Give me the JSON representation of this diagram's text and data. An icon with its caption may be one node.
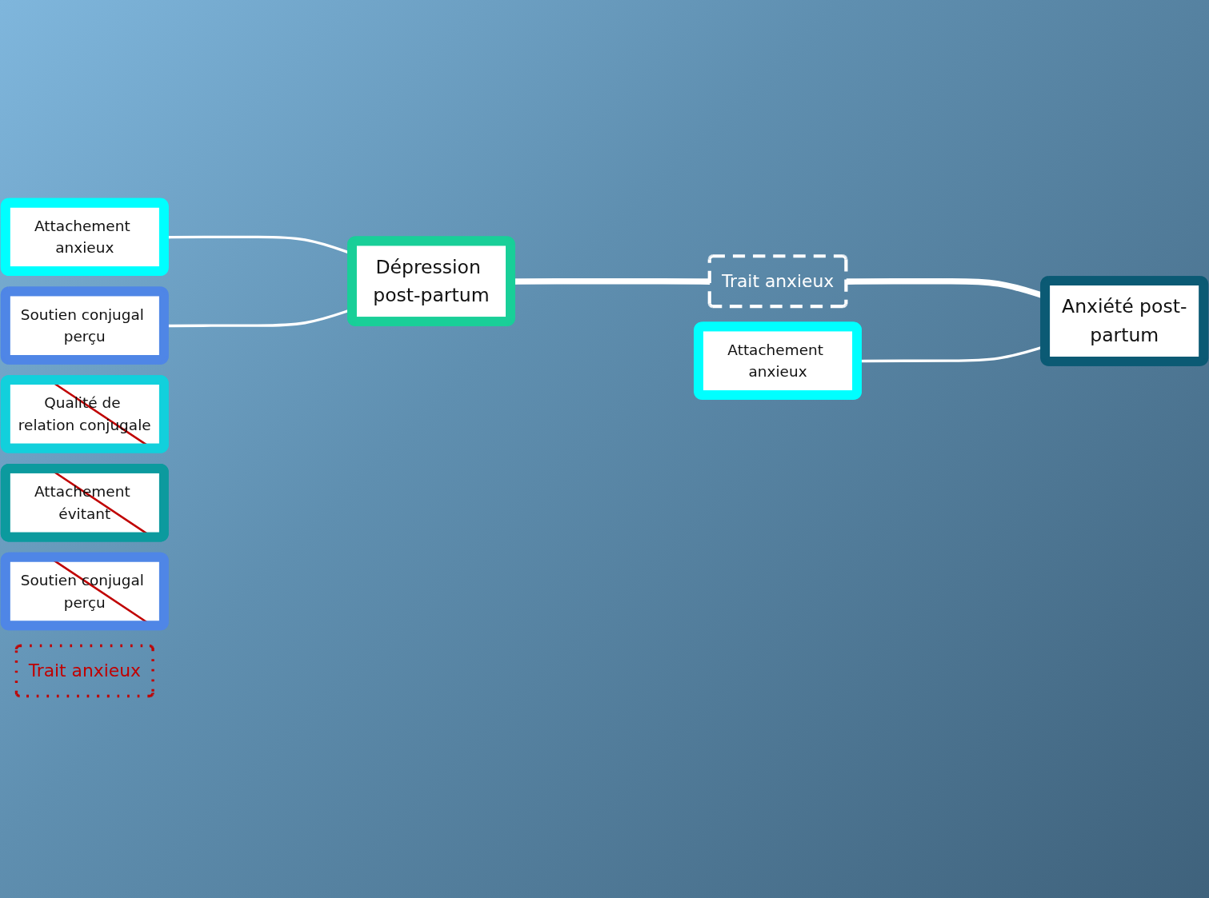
{
  "diagram": {
    "nodes": [
      {
        "text": [
          "Attachement anxieux"
        ]
      },
      {
        "text": [
          "Soutien conjugal perçu"
        ]
      },
      {
        "text": [
          "Qualité de relation conjugale"
        ]
      },
      {
        "text": [
          "Attachement évitant"
        ]
      },
      {
        "text": [
          "Soutien conjugal perçu"
        ]
      },
      {
        "text": [
          "Attachement anxieux"
        ]
      },
      {
        "text": [
          "Dépression post-partum"
        ]
      },
      {
        "text": [
          "Trait anxieux"
        ]
      },
      {
        "text": [
          "Anxiété post-partum"
        ]
      },
      {
        "text": [
          "Trait anxieux"
        ]
      }
    ],
    "edges": [
      {
        "from": 0,
        "to": 6,
        "arrow": "none"
      },
      {
        "from": 1,
        "to": 6,
        "arrow": "none"
      },
      {
        "from": 6,
        "to": 7,
        "arrow": "none",
        "style": "thick"
      },
      {
        "from": 7,
        "to": 8,
        "arrow": "none",
        "style": "thick"
      },
      {
        "from": 5,
        "to": 8,
        "arrow": "none"
      }
    ]
  }
}
